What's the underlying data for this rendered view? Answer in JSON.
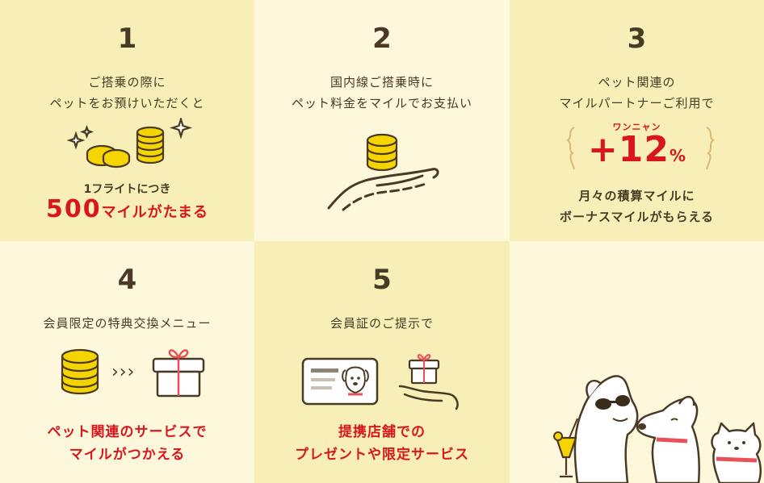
{
  "items": [
    {
      "number": "1",
      "line1": "ご搭乗の際に",
      "line2": "ペットをお預けいただくと",
      "sub": "1フライトにつき",
      "highlight_num": "500",
      "highlight_text": "マイルがたまる"
    },
    {
      "number": "2",
      "line1": "国内線ご搭乗時に",
      "line2": "ペット料金をマイルでお支払い"
    },
    {
      "number": "3",
      "line1": "ペット関連の",
      "line2": "マイルパートナーご利用で",
      "ruby": "ワンニャン",
      "bonus": "+12",
      "bonus_unit": "%",
      "foot1": "月々の積算マイルに",
      "foot2": "ボーナスマイルがもらえる"
    },
    {
      "number": "4",
      "line1": "会員限定の特典交換メニュー",
      "arrows": "›››",
      "foot1": "ペット関連のサービスで",
      "foot2": "マイルがつかえる"
    },
    {
      "number": "5",
      "line1": "会員証のご提示で",
      "foot1": "提携店舗での",
      "foot2": "プレゼントや限定サービス"
    }
  ],
  "colors": {
    "dark_cell": "#f7efb7",
    "light_cell": "#fdf7dc",
    "red": "#d8161d",
    "coin": "#f5d400",
    "line": "#4a3a25"
  }
}
